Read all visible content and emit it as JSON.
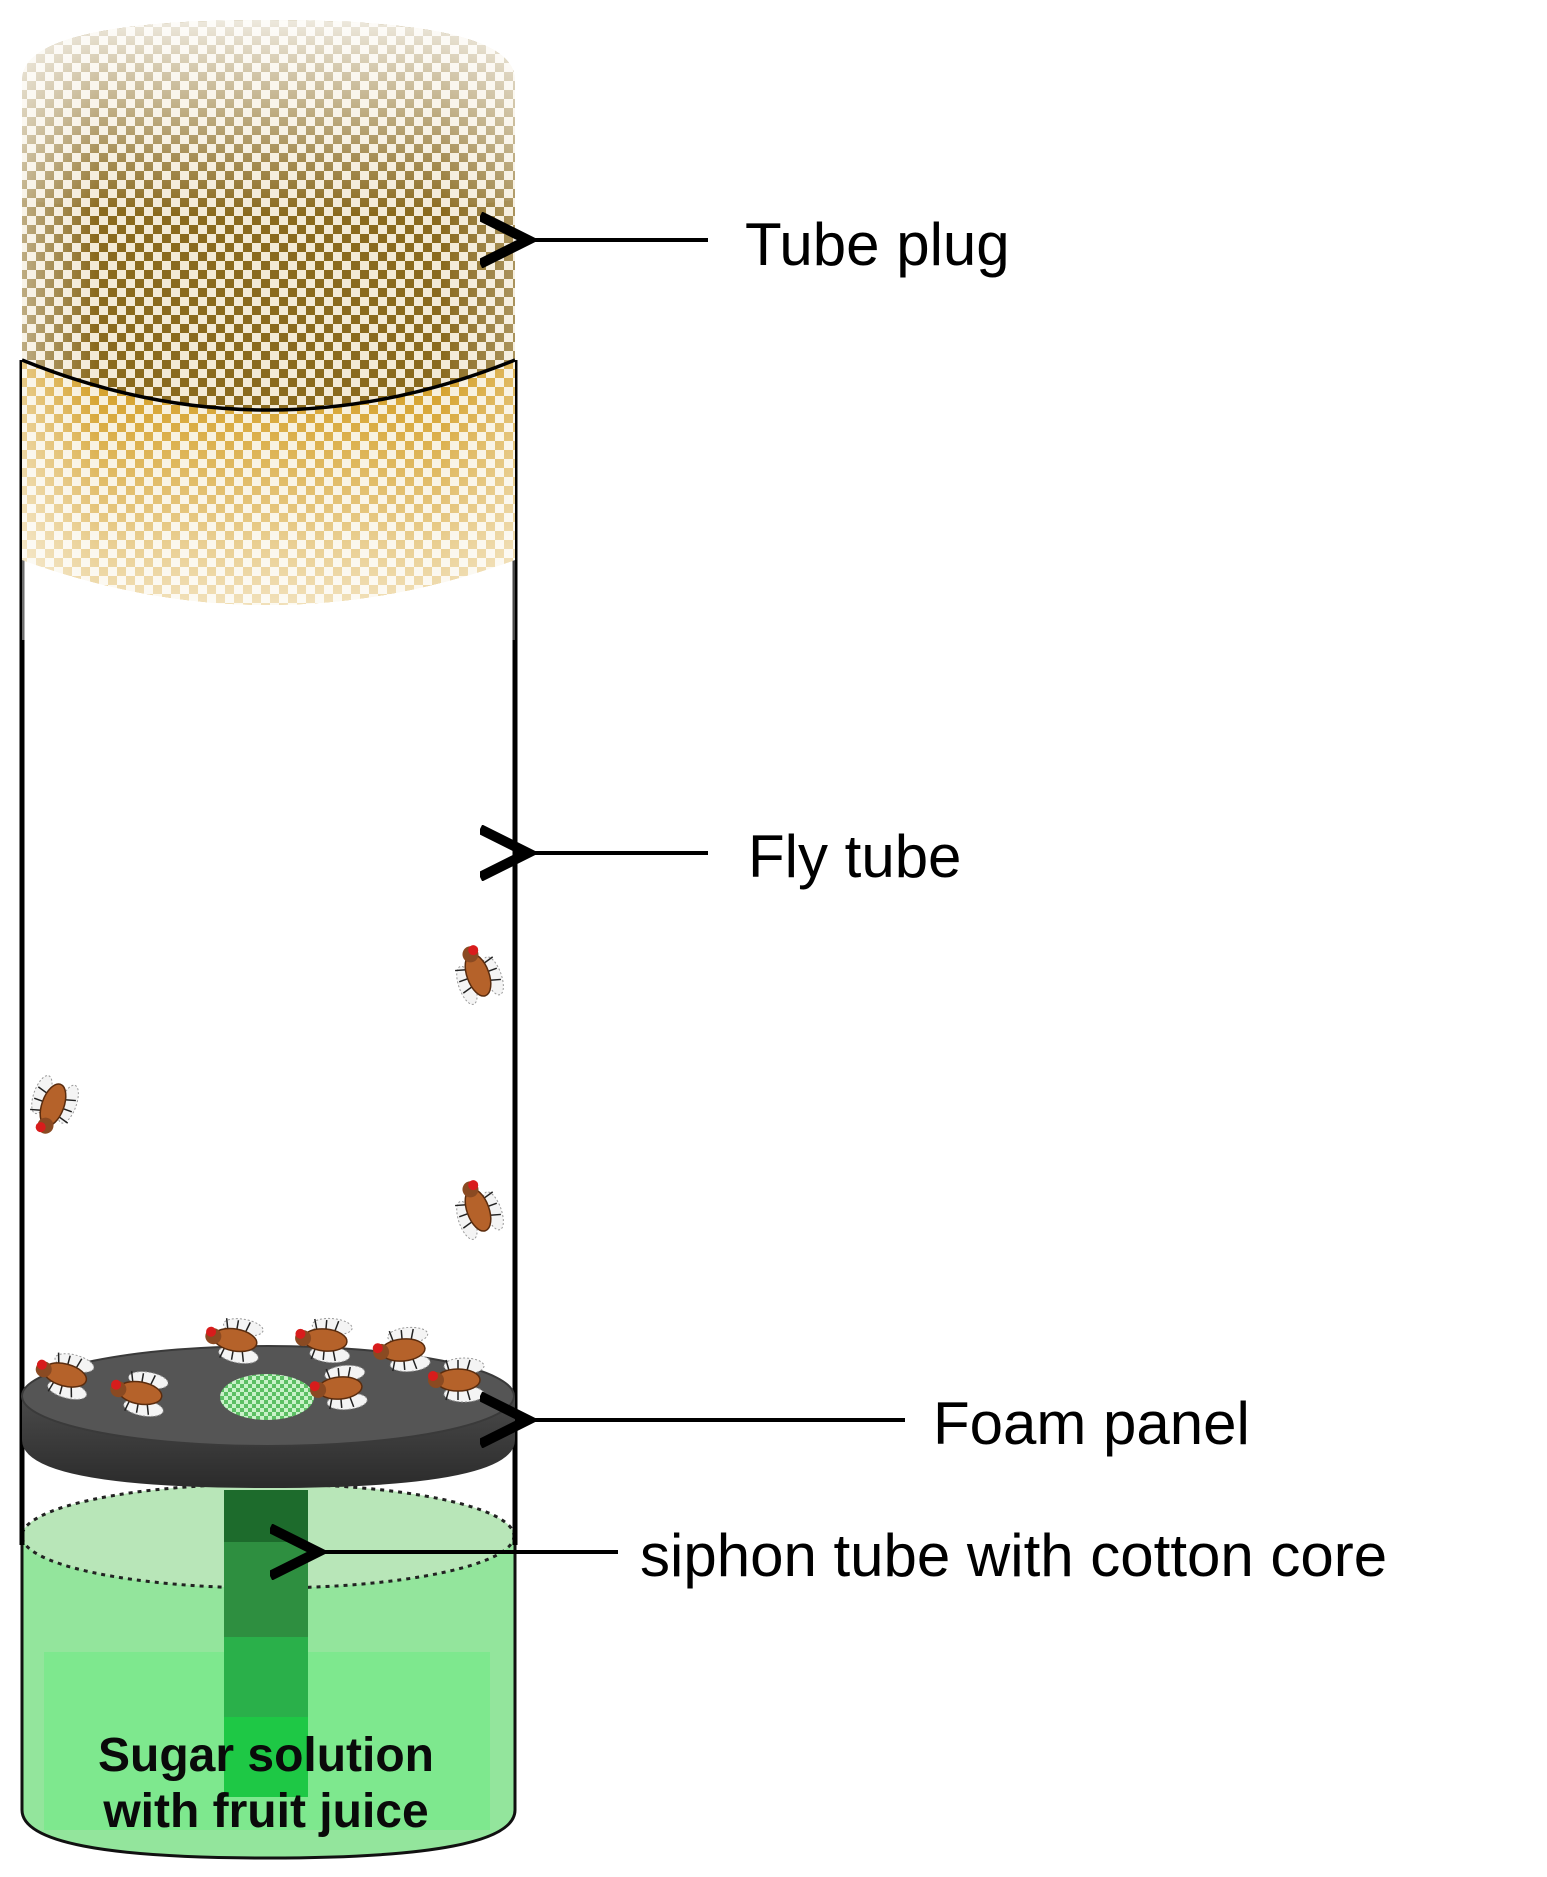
{
  "labels": {
    "tube_plug": "Tube plug",
    "fly_tube": "Fly tube",
    "foam_panel": "Foam panel",
    "siphon_tube": "siphon tube with cotton core"
  },
  "solution": {
    "line1": "Sugar solution",
    "line2": "with fruit juice"
  },
  "colors": {
    "plug_top": "#8a6a1e",
    "plug_bottom": "#d29a1a",
    "foam_panel": "#3a3a3a",
    "solution_light": "#8fe39a",
    "solution_dark": "#1fc34a",
    "fly_body": "#b5622a",
    "fly_eye": "#d81c1c"
  }
}
